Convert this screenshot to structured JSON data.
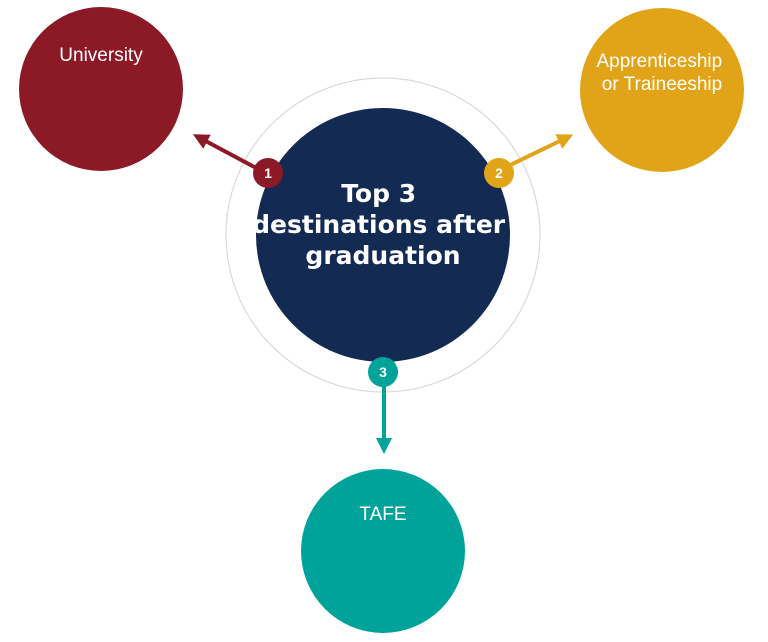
{
  "center": {
    "lines": [
      "Top 3",
      "destinations after",
      "graduation"
    ],
    "color": "#132b52"
  },
  "ring_color": "#d9d9d9",
  "destinations": [
    {
      "rank": "1",
      "lines": [
        "University"
      ],
      "color": "#8b1a26"
    },
    {
      "rank": "2",
      "lines": [
        "Apprenticeship",
        "or Traineeship"
      ],
      "color": "#e1a318"
    },
    {
      "rank": "3",
      "lines": [
        "TAFE"
      ],
      "color": "#00a39a"
    }
  ]
}
